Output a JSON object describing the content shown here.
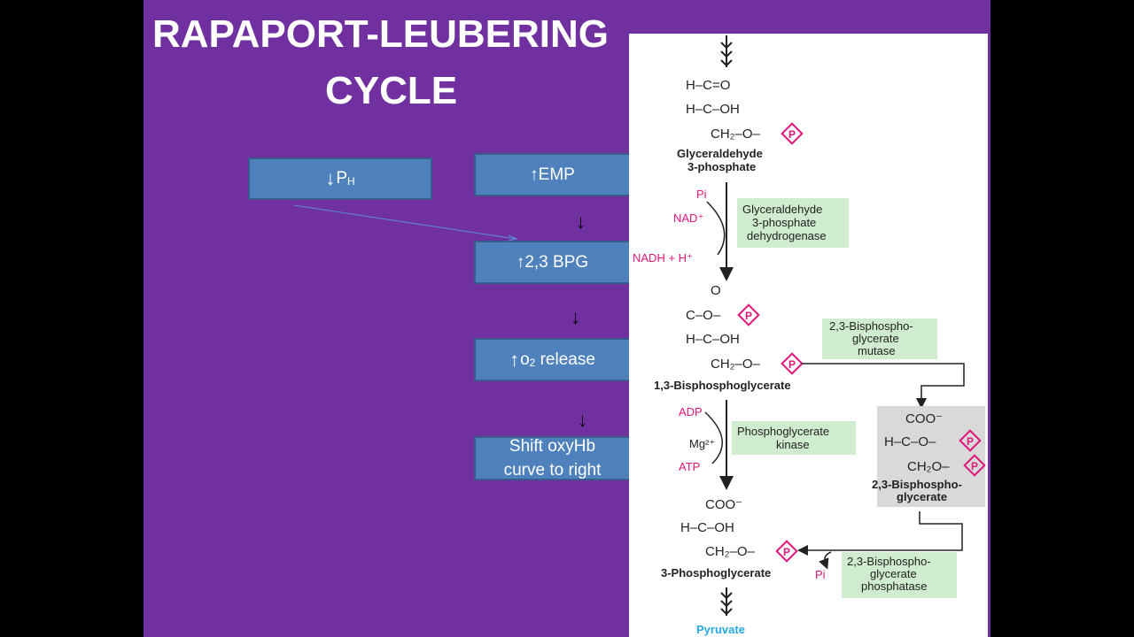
{
  "title": {
    "line1": "RAPAPORT-LEUBERING",
    "line2": "CYCLE"
  },
  "flow": {
    "ph_box": {
      "arrow": "↓",
      "main": "P",
      "sub": "H"
    },
    "emp_box": "↑EMP",
    "bpg_box": "↑2,3 BPG",
    "o2_box": {
      "arrow": "↑",
      "main": "o",
      "sub": "2",
      "rest": " release"
    },
    "shift_box": {
      "line1": "Shift oxyHb",
      "line2": "curve to right"
    },
    "down_arrow": "↓"
  },
  "pathway": {
    "g3p": {
      "l1": "H–C=O",
      "l2": "H–C–OH",
      "l3": "CH₂–O–",
      "name1": "Glyceraldehyde",
      "name2": "3-phosphate"
    },
    "step1": {
      "in1": "Pi",
      "in2": "NAD⁺",
      "out": "NADH + H⁺",
      "enz1": "Glyceraldehyde",
      "enz2": "3-phosphate",
      "enz3": "dehydrogenase"
    },
    "bpg13": {
      "l0": "O",
      "l1": "C–O–",
      "l2": "H–C–OH",
      "l3": "CH₂–O–",
      "name": "1,3-Bisphosphoglycerate"
    },
    "mutase": {
      "l1": "2,3-Bisphospho-",
      "l2": "glycerate",
      "l3": "mutase"
    },
    "step2": {
      "in1": "ADP",
      "in2": "Mg²⁺",
      "out": "ATP",
      "enz1": "Phosphoglycerate",
      "enz2": "kinase"
    },
    "bpg23": {
      "l1": "COO⁻",
      "l2": "H–C–O–",
      "l3": "CH₂O–",
      "name1": "2,3-Bisphospho-",
      "name2": "glycerate"
    },
    "pg3": {
      "l1": "COO⁻",
      "l2": "H–C–OH",
      "l3": "CH₂–O–",
      "name": "3-Phosphoglycerate",
      "pi": "Pi"
    },
    "phosphatase": {
      "l1": "2,3-Bisphospho-",
      "l2": "glycerate",
      "l3": "phosphatase"
    },
    "end": "Pyruvate",
    "phosphate": "P"
  },
  "colors": {
    "slide_bg": "#7030a0",
    "box_fill": "#4f81bd",
    "pink": "#e0177a",
    "enzyme_bg": "#cfeccf",
    "grey_bg": "#d9d9d9",
    "pyruvate": "#27a9e1"
  }
}
